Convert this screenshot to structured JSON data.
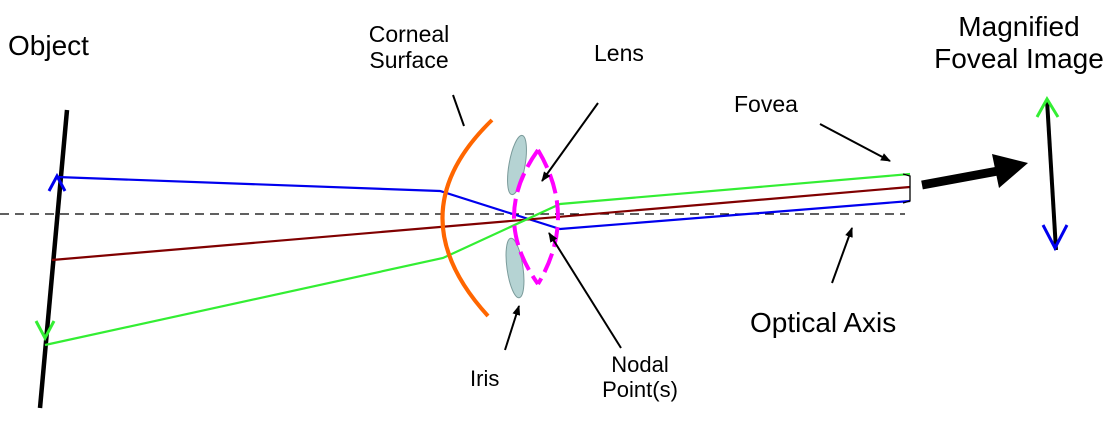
{
  "labels": {
    "object": "Object",
    "corneal_surface": "Corneal\nSurface",
    "lens": "Lens",
    "magnified_foveal_image": "Magnified\nFoveal Image",
    "fovea": "Fovea",
    "optical_axis": "Optical Axis",
    "iris": "Iris",
    "nodal_points": "Nodal\nPoint(s)"
  },
  "colors": {
    "ray_top": "#0000ee",
    "ray_middle": "#800000",
    "ray_bottom": "#33ee33",
    "cornea": "#ff6600",
    "lens": "#ff00ff",
    "iris": "#b5d3d3",
    "axis": "#000000",
    "object": "#000000"
  }
}
